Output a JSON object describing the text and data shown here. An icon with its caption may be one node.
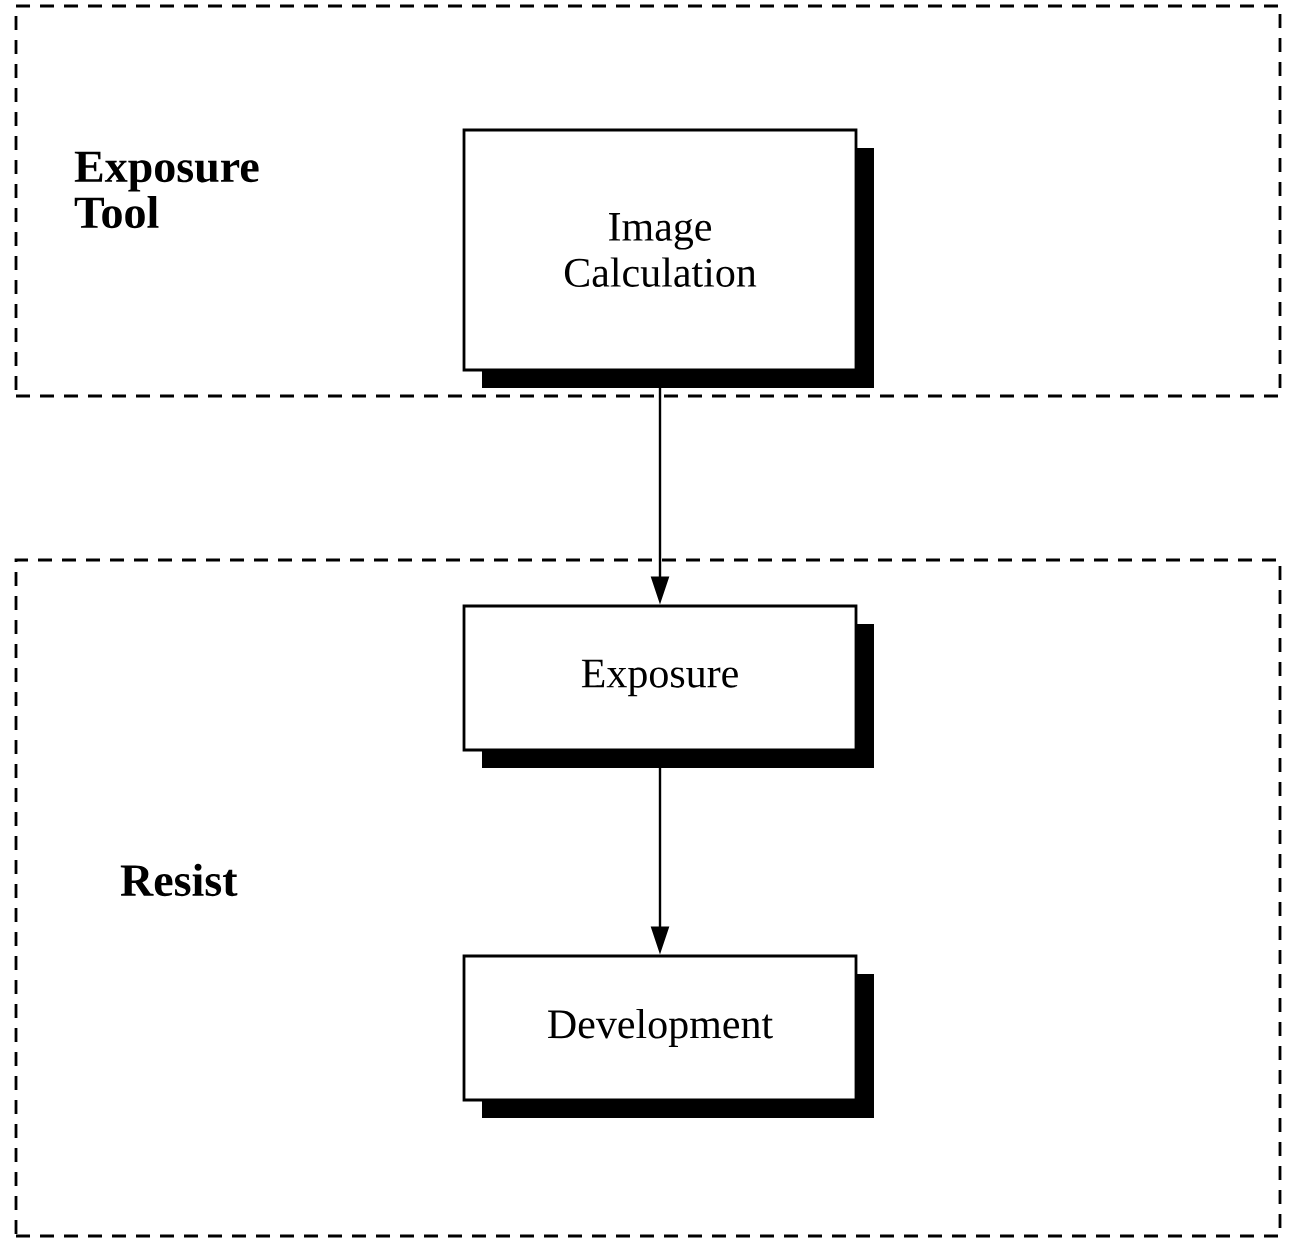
{
  "diagram": {
    "nodes": [
      {
        "text": [
          "Exposure Tool"
        ]
      },
      {
        "text": [
          "Image Calculation"
        ],
        "in": 0
      },
      {
        "text": [
          "Resist"
        ]
      },
      {
        "text": [
          "Exposure"
        ],
        "in": 2
      },
      {
        "text": [
          "Development"
        ],
        "in": 2
      }
    ],
    "edges": [
      {
        "from": 1,
        "to": 3,
        "arrow": "to"
      },
      {
        "from": 3,
        "to": 4,
        "arrow": "to"
      }
    ]
  }
}
